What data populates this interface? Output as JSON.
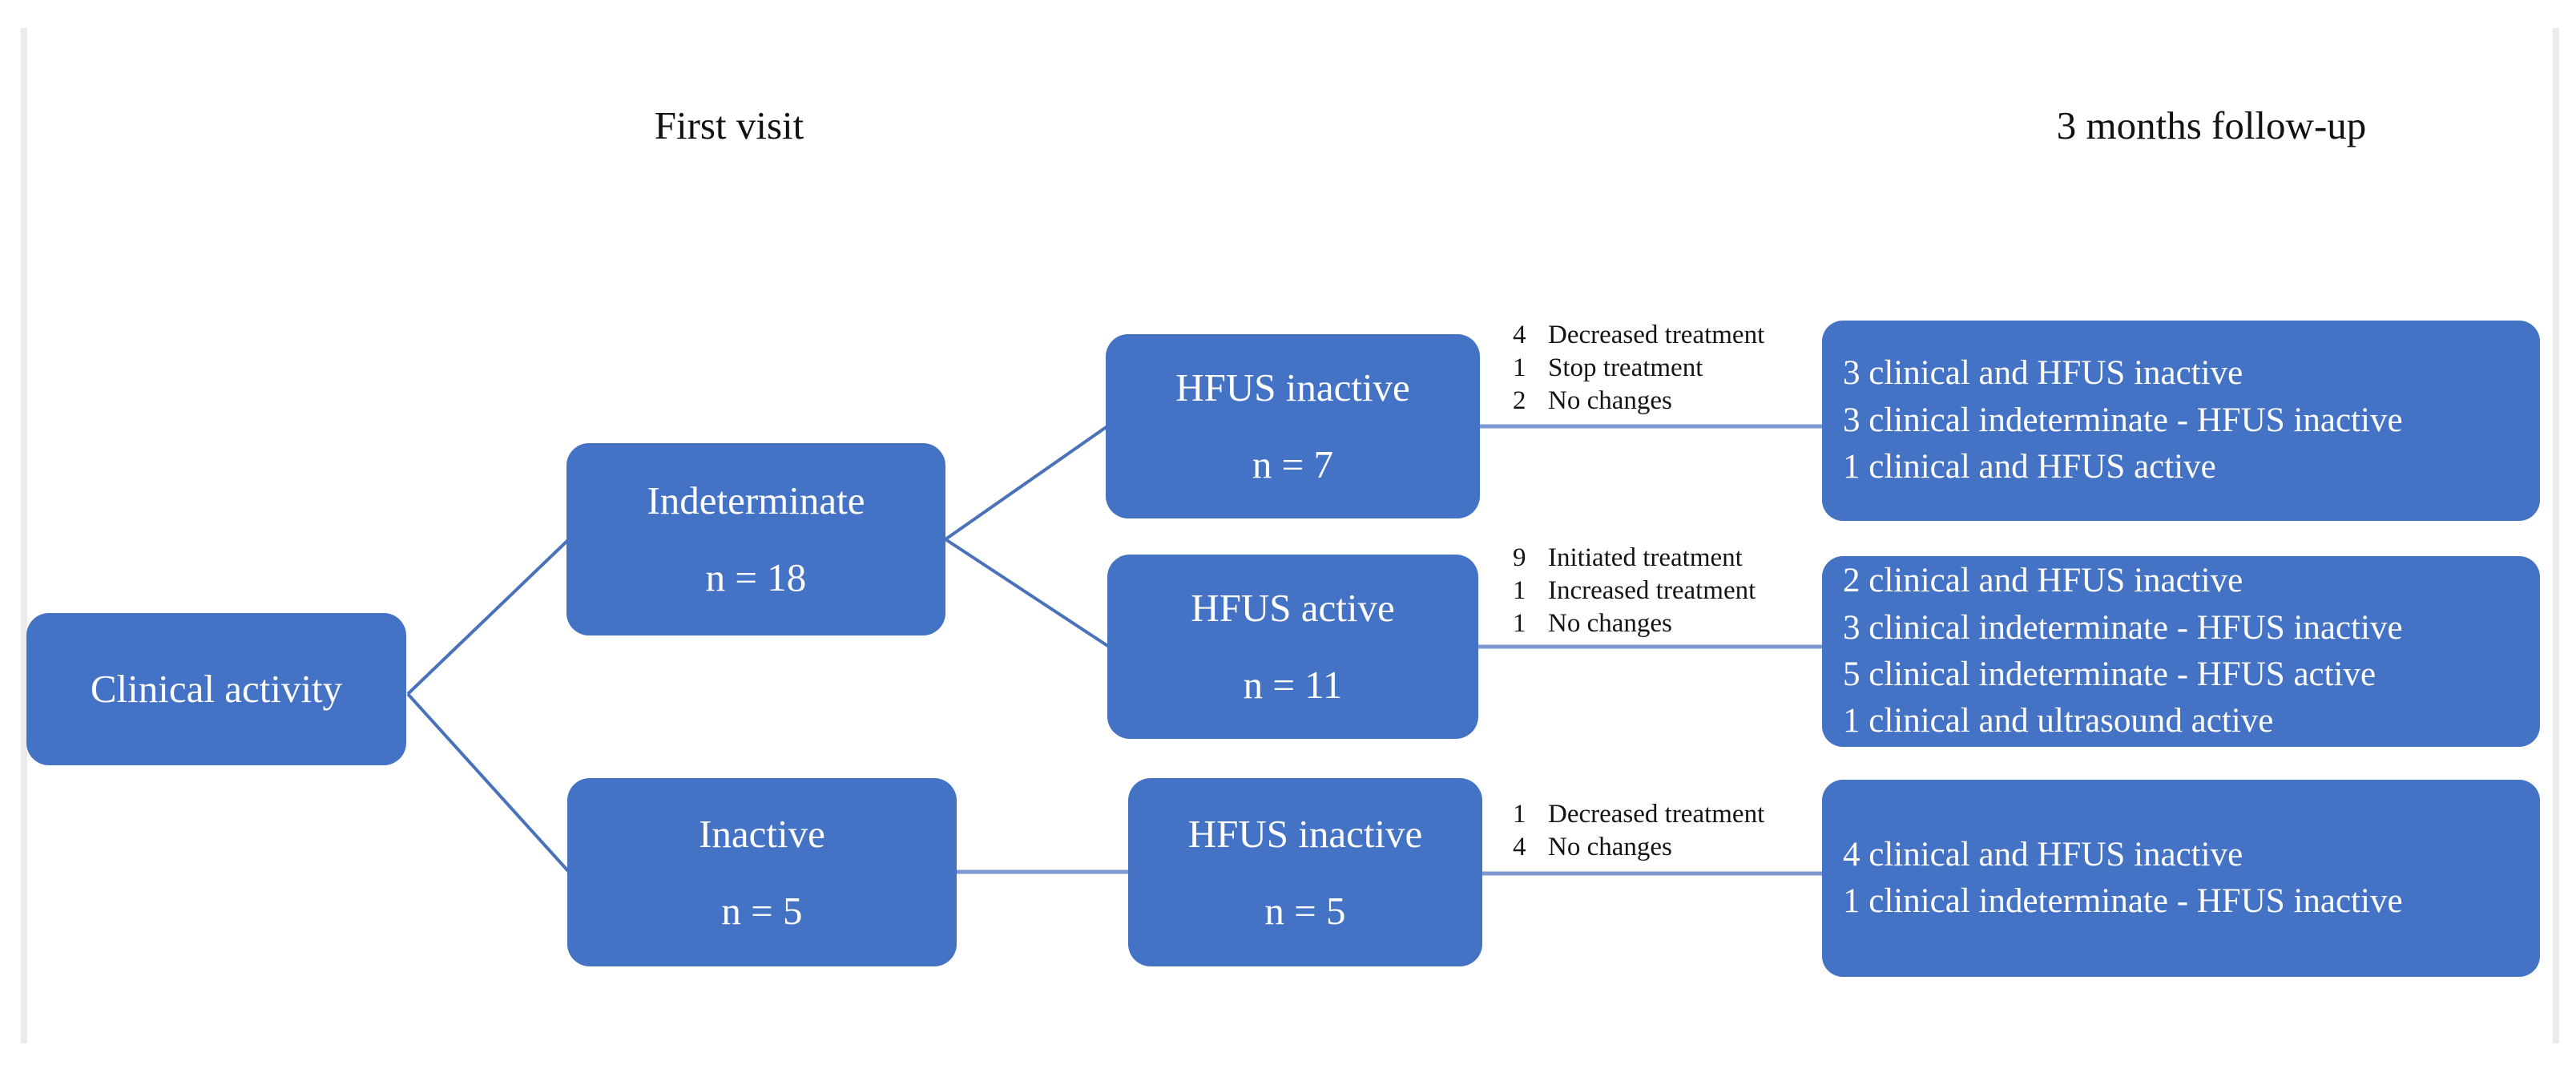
{
  "headers": {
    "first_visit": "First visit",
    "follow_up": "3 months follow-up"
  },
  "colors": {
    "box_blue": "#4472c4",
    "box_text": "#ffffff",
    "diagonal_line_blue": "#4a72ba",
    "horizontal_line_blue": "#7d99d0",
    "annotation_text": "#141414",
    "frame_gray": "#ebebeb"
  },
  "nodes": {
    "clinical_activity": {
      "label": "Clinical activity"
    },
    "indeterminate": {
      "label": "Indeterminate",
      "n": "n = 18"
    },
    "hfus_inactive_7": {
      "label": "HFUS inactive",
      "n": "n = 7"
    },
    "hfus_active_11": {
      "label": "HFUS active",
      "n": "n = 11"
    },
    "inactive_5": {
      "label": "Inactive",
      "n": "n = 5"
    },
    "hfus_inactive_5": {
      "label": "HFUS inactive",
      "n": "n = 5"
    }
  },
  "annotations": {
    "top": {
      "rows": [
        {
          "count": "4",
          "label": "Decreased treatment"
        },
        {
          "count": "1",
          "label": "Stop treatment"
        },
        {
          "count": "2",
          "label": "No changes"
        }
      ]
    },
    "middle": {
      "rows": [
        {
          "count": "9",
          "label": "Initiated treatment"
        },
        {
          "count": "1",
          "label": "Increased treatment"
        },
        {
          "count": "1",
          "label": "No changes"
        }
      ]
    },
    "bottom": {
      "rows": [
        {
          "count": "1",
          "label": "Decreased treatment"
        },
        {
          "count": "4",
          "label": "No changes"
        }
      ]
    }
  },
  "outcomes": {
    "top": {
      "lines": [
        "3 clinical and HFUS inactive",
        "3 clinical indeterminate - HFUS inactive",
        "1 clinical and HFUS active"
      ]
    },
    "middle": {
      "lines": [
        "2 clinical and HFUS inactive",
        "3 clinical indeterminate - HFUS inactive",
        "5 clinical indeterminate - HFUS active",
        "1 clinical and ultrasound active"
      ]
    },
    "bottom": {
      "lines": [
        "4 clinical and HFUS inactive",
        "1 clinical indeterminate - HFUS inactive"
      ]
    }
  }
}
